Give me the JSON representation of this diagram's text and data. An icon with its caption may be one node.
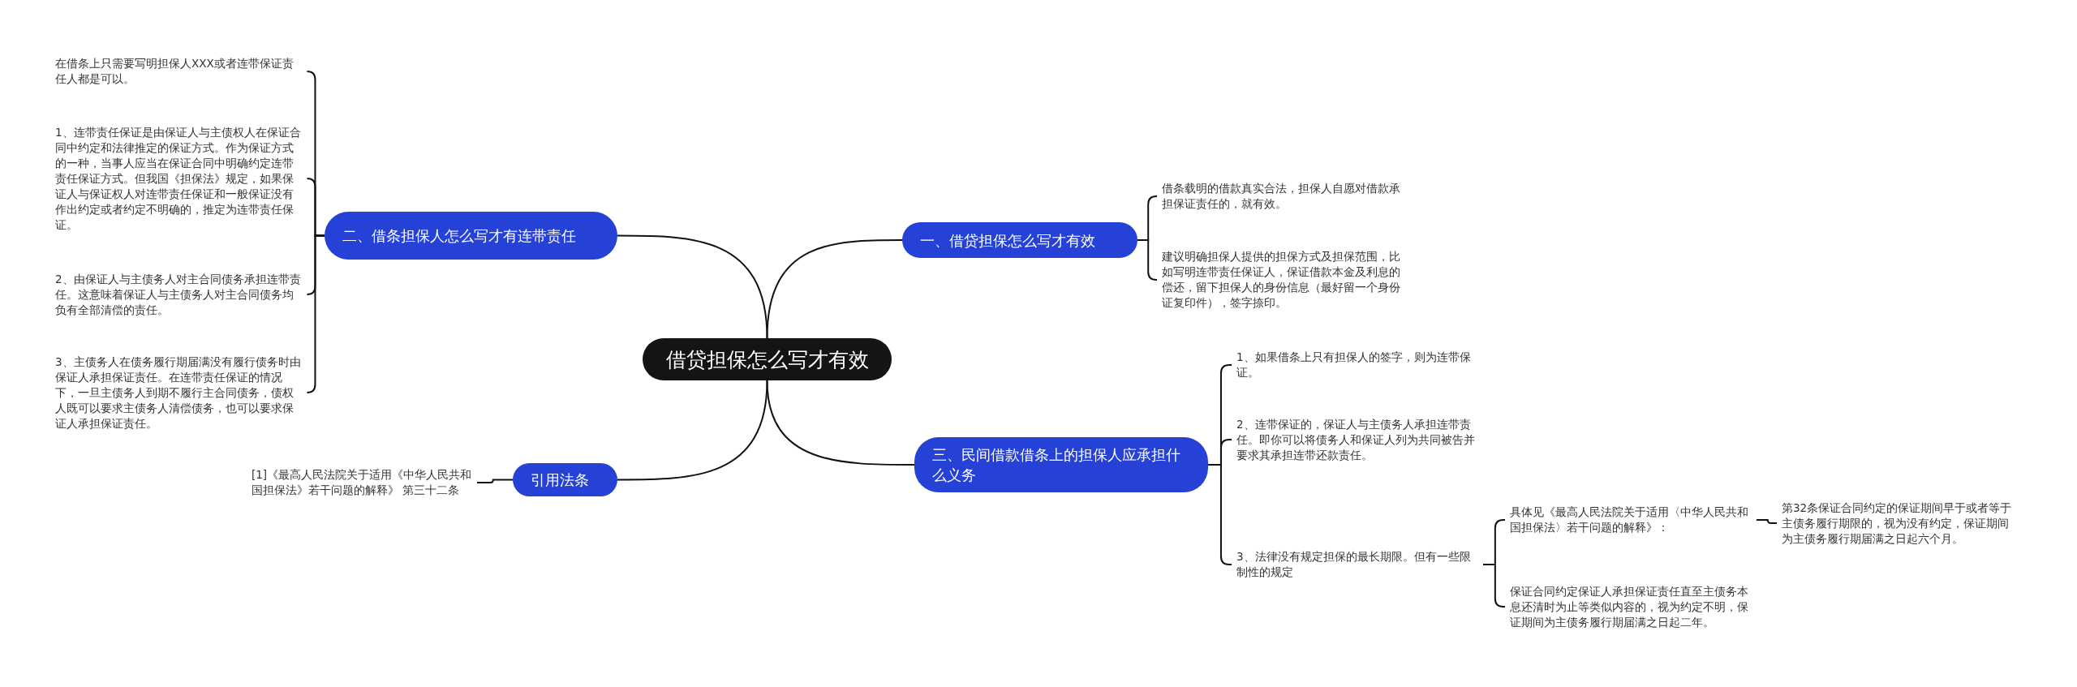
{
  "diagram": {
    "nodes": [
      {
        "text": [
          "借贷担保怎么写才有效"
        ]
      },
      {
        "text": [
          "二、借条担保人怎么写才有连带责任"
        ]
      },
      {
        "text": [
          "在借条上只需要写明担保人XXX或者连带保证责任人都是可以。"
        ]
      },
      {
        "text": [
          "1、连带责任保证是由保证人与主债权人在保证合同中约定和法律推定的保证方式。作为保证方式的一种，当事人应当在保证合同中明确约定连带责任保证方式。但我国《担保法》规定，如果保证人与保证权人对连带责任保证和一般保证没有作出约定或者约定不明确的，推定为连带责任保证。"
        ]
      },
      {
        "text": [
          "2、由保证人与主债务人对主合同债务承担连带责任。这意味着保证人与主债务人对主合同债务均负有全部清偿的责任。"
        ]
      },
      {
        "text": [
          "3、主债务人在债务履行期届满没有履行债务时由保证人承担保证责任。在连带责任保证的情况下，一旦主债务人到期不履行主合同债务，债权人既可以要求主债务人清偿债务，也可以要求保证人承担保证责任。"
        ]
      },
      {
        "text": [
          "引用法条"
        ]
      },
      {
        "text": [
          "[1]《最高人民法院关于适用《中华人民共和国担保法》若干问题的解释》 第三十二条"
        ]
      },
      {
        "text": [
          "一、借贷担保怎么写才有效"
        ]
      },
      {
        "text": [
          "借条载明的借款真实合法，担保人自愿对借款承担保证责任的，就有效。"
        ]
      },
      {
        "text": [
          "建议明确担保人提供的担保方式及担保范围，比如写明连带责任保证人，保证借款本金及利息的偿还，留下担保人的身份信息（最好留一个身份证复印件），签字捺印。"
        ]
      },
      {
        "text": [
          "三、民间借款借条上的担保人应承担什么义务"
        ]
      },
      {
        "text": [
          "1、如果借条上只有担保人的签字，则为连带保证。"
        ]
      },
      {
        "text": [
          "2、连带保证的，保证人与主债务人承担连带责任。即你可以将债务人和保证人列为共同被告并要求其承担连带还款责任。"
        ]
      },
      {
        "text": [
          "3、法律没有规定担保的最长期限。但有一些限制性的规定"
        ]
      },
      {
        "text": [
          "具体见《最高人民法院关于适用〈中华人民共和国担保法〉若干问题的解释》："
        ]
      },
      {
        "text": [
          "第32条保证合同约定的保证期间早于或者等于主债务履行期限的，视为没有约定，保证期间为主债务履行期届满之日起六个月。"
        ]
      },
      {
        "text": [
          "保证合同约定保证人承担保证责任直至主债务本息还清时为止等类似内容的，视为约定不明，保证期间为主债务履行期届满之日起二年。"
        ]
      }
    ],
    "edges": [
      {
        "from": 0,
        "to": 1,
        "arrow": "none"
      },
      {
        "from": 0,
        "to": 6,
        "arrow": "none"
      },
      {
        "from": 0,
        "to": 8,
        "arrow": "none"
      },
      {
        "from": 0,
        "to": 11,
        "arrow": "none"
      },
      {
        "from": 1,
        "to": 2,
        "arrow": "none"
      },
      {
        "from": 1,
        "to": 3,
        "arrow": "none"
      },
      {
        "from": 1,
        "to": 4,
        "arrow": "none"
      },
      {
        "from": 1,
        "to": 5,
        "arrow": "none"
      },
      {
        "from": 6,
        "to": 7,
        "arrow": "none"
      },
      {
        "from": 8,
        "to": 9,
        "arrow": "none"
      },
      {
        "from": 8,
        "to": 10,
        "arrow": "none"
      },
      {
        "from": 11,
        "to": 12,
        "arrow": "none"
      },
      {
        "from": 11,
        "to": 13,
        "arrow": "none"
      },
      {
        "from": 11,
        "to": 14,
        "arrow": "none"
      },
      {
        "from": 14,
        "to": 15,
        "arrow": "none"
      },
      {
        "from": 14,
        "to": 17,
        "arrow": "none"
      },
      {
        "from": 15,
        "to": 16,
        "arrow": "none"
      }
    ]
  }
}
